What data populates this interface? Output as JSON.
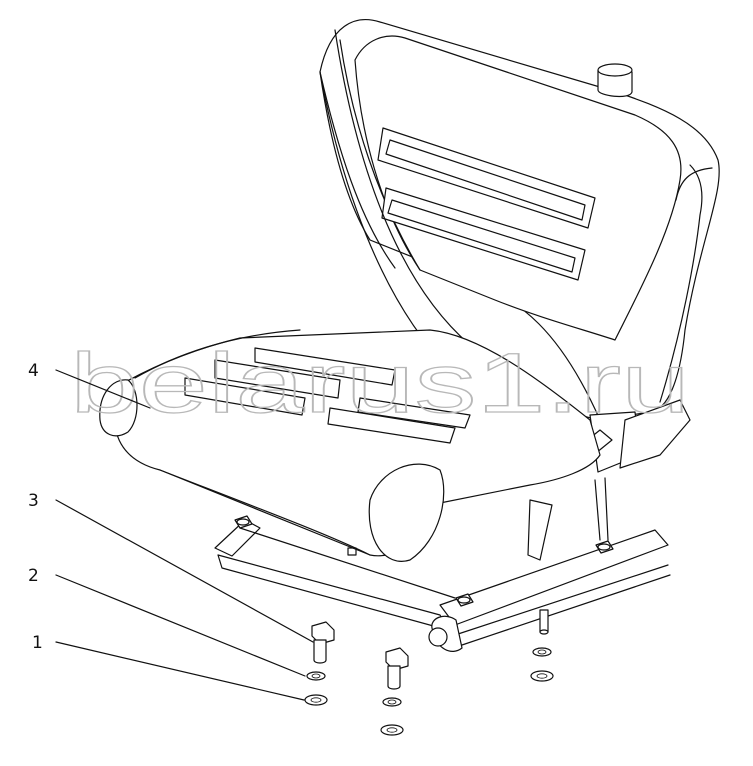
{
  "watermark": {
    "text": "belarus1.ru"
  },
  "callouts": [
    {
      "id": "1",
      "label": "1"
    },
    {
      "id": "2",
      "label": "2"
    },
    {
      "id": "3",
      "label": "3"
    },
    {
      "id": "4",
      "label": "4"
    }
  ]
}
